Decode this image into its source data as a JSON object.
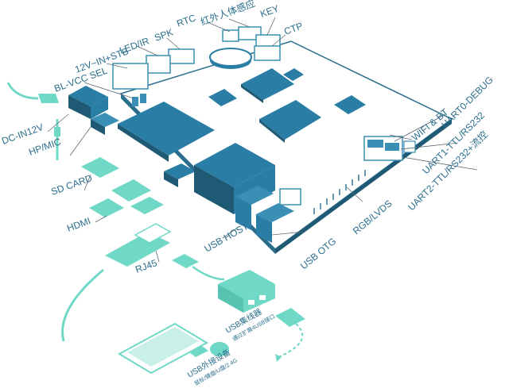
{
  "colors": {
    "board": "#ffffff",
    "board_edge": "#2a6e8c",
    "chip": "#2a7ea6",
    "header": "#3b8fb4",
    "accessory": "#6fd8c6",
    "label": "#2a6e8c",
    "leader": "#5a6a74"
  },
  "labels": {
    "rtc": "RTC",
    "pir": "红外人体感应",
    "key": "KEY",
    "ctp": "CTP",
    "spk": "SPK",
    "led_ir": "LED/IR",
    "power_stb": "12V~IN+STB",
    "bl_vcc": "BL-VCC SEL",
    "dc_in": "DC-IN12V",
    "hp_mic": "HP/MIC",
    "sd_card": "SD CARD",
    "hdmi": "HDMI",
    "rj45": "RJ45",
    "usb_host": "USB HOST",
    "usb_otg": "USB OTG",
    "rgb_lvds": "RGB/LVDS",
    "wifi_bt": "WIFI & BT",
    "uart0": "UART0-DEBUG",
    "uart1": "UART1-TTL/RS232",
    "uart2": "UART2-TTL/RS232+流控",
    "usb_hub": "USB集线器",
    "usb_hub_sub": "通过扩展4USB接口",
    "usb_peripheral": "USB外接设备",
    "usb_peripheral_sub": "鼠标/键盘/U盘/2.4G"
  }
}
